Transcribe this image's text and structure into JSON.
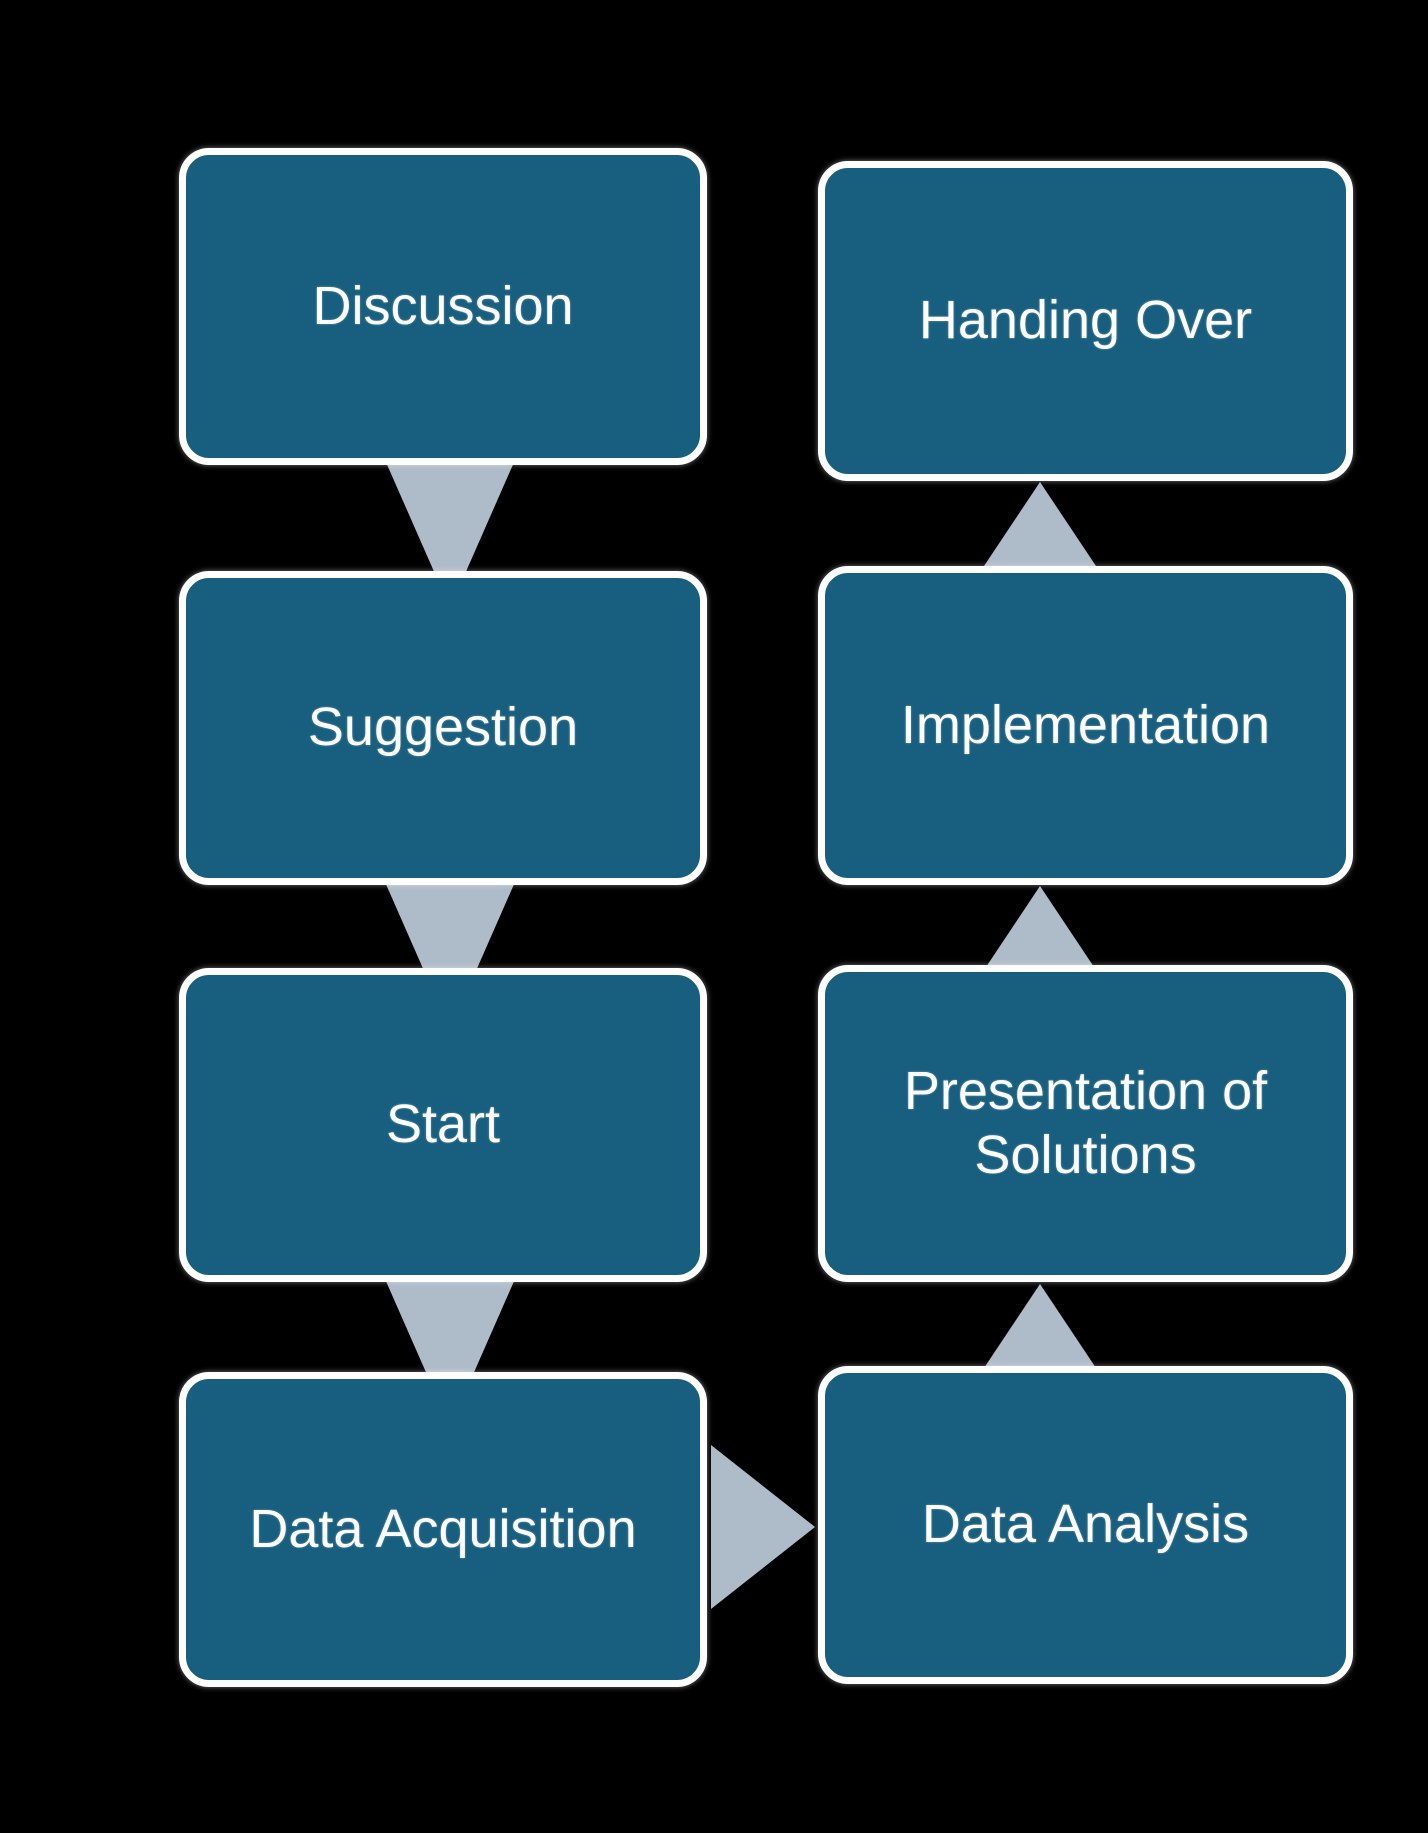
{
  "colors": {
    "background": "#000000",
    "box_fill": "#175e7f",
    "box_border": "#ffffff",
    "arrow": "#aebbc8",
    "text": "#fdfdfd"
  },
  "boxes": {
    "discussion": {
      "label": "Discussion"
    },
    "suggestion": {
      "label": "Suggestion"
    },
    "start": {
      "label": "Start"
    },
    "data_acquisition": {
      "label": "Data Acquisition"
    },
    "data_analysis": {
      "label": "Data Analysis"
    },
    "presentation_of_solutions": {
      "label": "Presentation of Solutions"
    },
    "implementation": {
      "label": "Implementation"
    },
    "handing_over": {
      "label": "Handing Over"
    }
  },
  "flow_order": [
    "Discussion",
    "Suggestion",
    "Start",
    "Data Acquisition",
    "Data Analysis",
    "Presentation of Solutions",
    "Implementation",
    "Handing Over"
  ],
  "arrows": [
    {
      "from": "discussion",
      "to": "suggestion",
      "direction": "down"
    },
    {
      "from": "suggestion",
      "to": "start",
      "direction": "down"
    },
    {
      "from": "start",
      "to": "data_acquisition",
      "direction": "down"
    },
    {
      "from": "data_acquisition",
      "to": "data_analysis",
      "direction": "right"
    },
    {
      "from": "data_analysis",
      "to": "presentation_of_solutions",
      "direction": "up"
    },
    {
      "from": "presentation_of_solutions",
      "to": "implementation",
      "direction": "up"
    },
    {
      "from": "implementation",
      "to": "handing_over",
      "direction": "up"
    }
  ]
}
